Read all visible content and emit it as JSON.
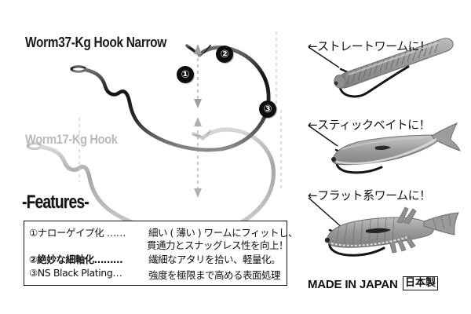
{
  "page": {
    "background_color": "#ffffff",
    "ink_color": "#111111",
    "gray_color": "#b3b3b3"
  },
  "product": {
    "title": "Worm37-Kg Hook Narrow",
    "compare_title": "Worm17-Kg Hook"
  },
  "badges": {
    "one": "①",
    "two": "②",
    "three": "③"
  },
  "features": {
    "heading": "-Features-",
    "rows": [
      {
        "label": "①ナローゲイプ化 ……",
        "text": "細い ( 薄い ) ワームにフィットし、",
        "text2": "貫通力とスナッグレス性を向上！"
      },
      {
        "label": "②絶妙な細軸化………",
        "text": "繊細なアタリを拾い、軽量化。",
        "text2": ""
      },
      {
        "label": "③NS Black Plating…",
        "text": "強度を極限まで高める表面処理",
        "text2": ""
      }
    ]
  },
  "callouts": [
    {
      "arrow": "←",
      "label": "ストレートワームに！",
      "lure": "straight-worm"
    },
    {
      "arrow": "←",
      "label": "スティックベイトに！",
      "lure": "stick-bait"
    },
    {
      "arrow": "←",
      "label": "フラット系ワームに！",
      "lure": "flat-worm"
    }
  ],
  "origin": {
    "made_in": "MADE IN JAPAN",
    "badge": "日本製"
  }
}
